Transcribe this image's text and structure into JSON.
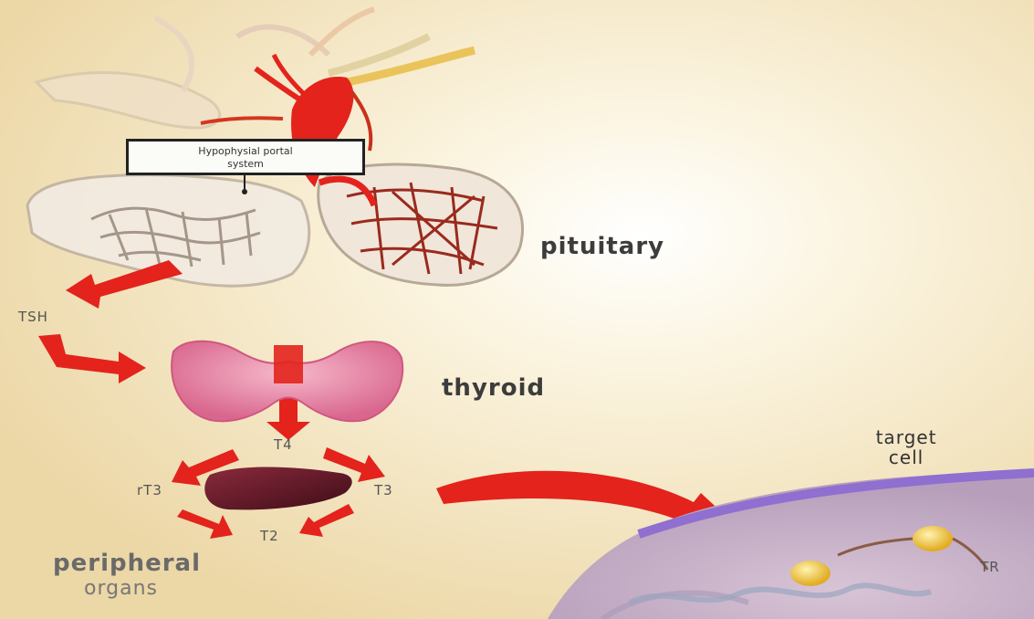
{
  "labels": {
    "hypophyseal": [
      "Hypophysial portal",
      "system"
    ],
    "pituitary": "pituitary",
    "tsh": "TSH",
    "thyroid": "thyroid",
    "t4": "T4",
    "rt3": "rT3",
    "t3": "T3",
    "t2": "T2",
    "peripheral": "peripheral",
    "organs": "organs",
    "target": "target",
    "cell": "cell",
    "tr": "TR"
  },
  "colors": {
    "background": "#f3e3bd",
    "arrow": "#e3231c",
    "thyroid": "#e98aa8",
    "liver": "#6b1b2b",
    "cell_membrane": "#8f6fd0",
    "cell_body": "#c9b1c6",
    "receptor": "#f0c94a"
  }
}
